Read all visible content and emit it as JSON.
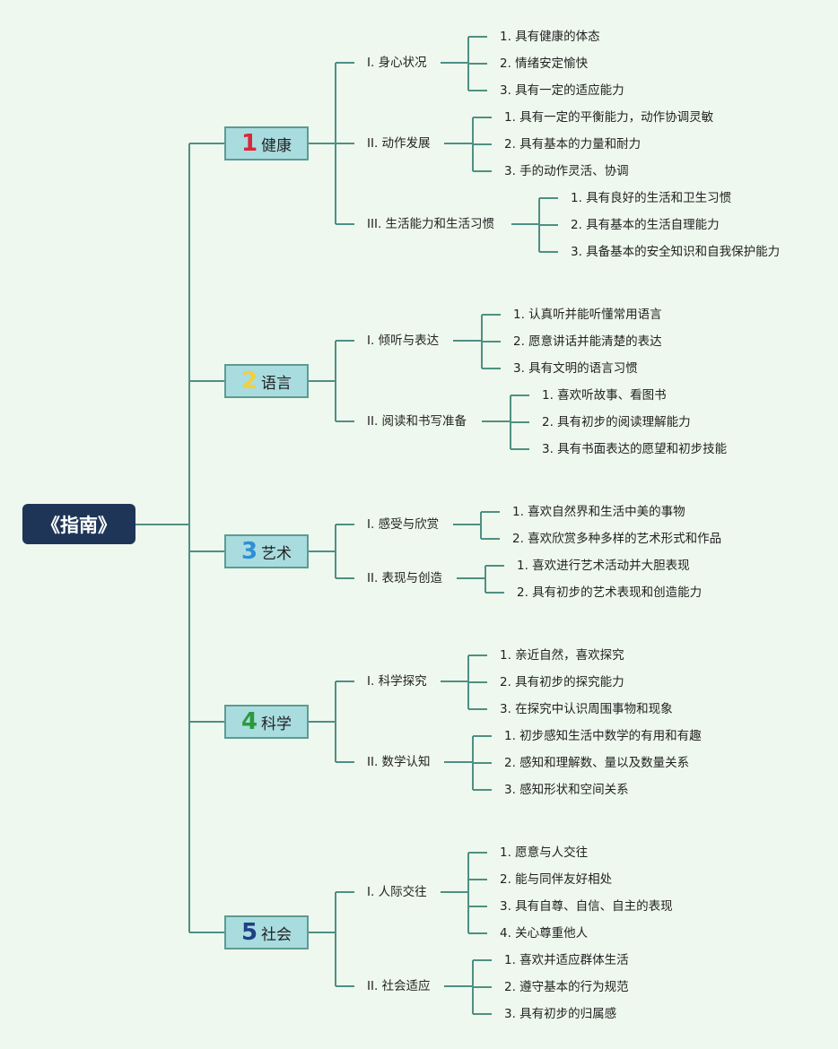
{
  "root": "《指南》",
  "domains": [
    {
      "num": "1",
      "name": "健康",
      "color": "#d9273c",
      "subs": [
        {
          "label": "I. 身心状况",
          "goals": [
            "1. 具有健康的体态",
            "2. 情绪安定愉快",
            "3. 具有一定的适应能力"
          ]
        },
        {
          "label": "II. 动作发展",
          "goals": [
            "1. 具有一定的平衡能力，动作协调灵敏",
            "2. 具有基本的力量和耐力",
            "3. 手的动作灵活、协调"
          ]
        },
        {
          "label": "III. 生活能力和生活习惯",
          "goals": [
            "1. 具有良好的生活和卫生习惯",
            "2. 具有基本的生活自理能力",
            "3. 具备基本的安全知识和自我保护能力"
          ]
        }
      ]
    },
    {
      "num": "2",
      "name": "语言",
      "color": "#f2cf3e",
      "subs": [
        {
          "label": "I. 倾听与表达",
          "goals": [
            "1. 认真听并能听懂常用语言",
            "2. 愿意讲话并能清楚的表达",
            "3. 具有文明的语言习惯"
          ]
        },
        {
          "label": "II. 阅读和书写准备",
          "goals": [
            "1. 喜欢听故事、看图书",
            "2. 具有初步的阅读理解能力",
            "3. 具有书面表达的愿望和初步技能"
          ]
        }
      ]
    },
    {
      "num": "3",
      "name": "艺术",
      "color": "#2f8fd5",
      "subs": [
        {
          "label": "I. 感受与欣赏",
          "goals": [
            "1. 喜欢自然界和生活中美的事物",
            "2. 喜欢欣赏多种多样的艺术形式和作品"
          ]
        },
        {
          "label": "II. 表现与创造",
          "goals": [
            "1. 喜欢进行艺术活动并大胆表现",
            "2. 具有初步的艺术表现和创造能力"
          ]
        }
      ]
    },
    {
      "num": "4",
      "name": "科学",
      "color": "#2c9a3a",
      "subs": [
        {
          "label": "I. 科学探究",
          "goals": [
            "1. 亲近自然，喜欢探究",
            "2. 具有初步的探究能力",
            "3. 在探究中认识周围事物和现象"
          ]
        },
        {
          "label": "II. 数学认知",
          "goals": [
            "1. 初步感知生活中数学的有用和有趣",
            "2. 感知和理解数、量以及数量关系",
            "3. 感知形状和空间关系"
          ]
        }
      ]
    },
    {
      "num": "5",
      "name": "社会",
      "color": "#1f3f86",
      "subs": [
        {
          "label": "I. 人际交往",
          "goals": [
            "1. 愿意与人交往",
            "2. 能与同伴友好相处",
            "3. 具有自尊、自信、自主的表现",
            "4. 关心尊重他人"
          ]
        },
        {
          "label": "II. 社会适应",
          "goals": [
            "1. 喜欢并适应群体生活",
            "2. 遵守基本的行为规范",
            "3. 具有初步的归属感"
          ]
        }
      ]
    }
  ]
}
